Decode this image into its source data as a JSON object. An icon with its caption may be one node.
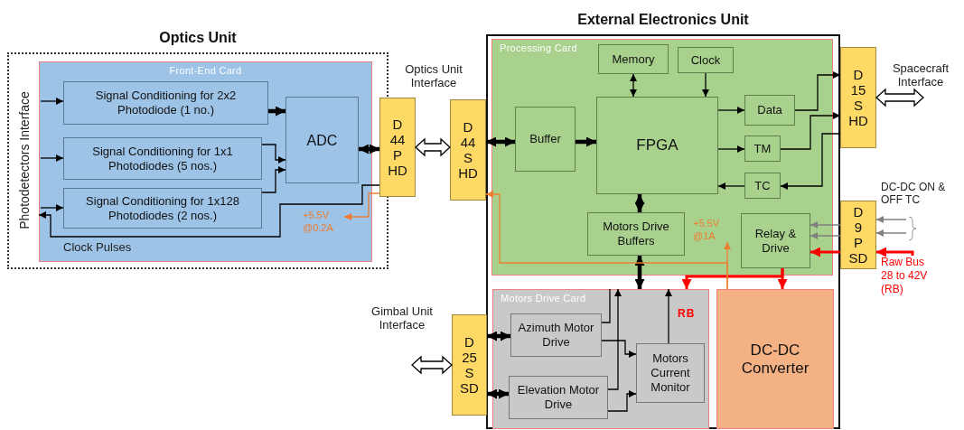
{
  "diagram": {
    "nodes": [
      {
        "text": [
          "Optics Unit"
        ]
      },
      {
        "text": [
          "Front-End Card"
        ],
        "in": 0
      },
      {
        "text": [
          "Signal Conditioning for 2x2 Photodiode (1 no.)"
        ],
        "in": 1
      },
      {
        "text": [
          "Signal Conditioning for 1x1 Photodiodes (5 nos.)"
        ],
        "in": 1
      },
      {
        "text": [
          "Signal Conditioning for 1x128 Photodiodes (2 nos.)"
        ],
        "in": 1
      },
      {
        "text": [
          "ADC"
        ],
        "in": 1
      },
      {
        "text": [
          "D 44 P HD"
        ]
      },
      {
        "text": [
          "D 44 S HD"
        ]
      },
      {
        "text": [
          "External Electronics Unit"
        ]
      },
      {
        "text": [
          "Processing Card"
        ],
        "in": 8
      },
      {
        "text": [
          "Memory"
        ],
        "in": 9
      },
      {
        "text": [
          "Clock"
        ],
        "in": 9
      },
      {
        "text": [
          "Buffer"
        ],
        "in": 9
      },
      {
        "text": [
          "FPGA"
        ],
        "in": 9
      },
      {
        "text": [
          "Data"
        ],
        "in": 9
      },
      {
        "text": [
          "TM"
        ],
        "in": 9
      },
      {
        "text": [
          "TC"
        ],
        "in": 9
      },
      {
        "text": [
          "Motors Drive Buffers"
        ],
        "in": 9
      },
      {
        "text": [
          "Relay & Drive"
        ],
        "in": 9
      },
      {
        "text": [
          "D 15 S HD"
        ]
      },
      {
        "text": [
          "D 9 P SD"
        ]
      },
      {
        "text": [
          "Motors Drive Card"
        ],
        "in": 8
      },
      {
        "text": [
          "Azimuth Motor Drive"
        ],
        "in": 21
      },
      {
        "text": [
          "Elevation Motor Drive"
        ],
        "in": 21
      },
      {
        "text": [
          "Motors Current Monitor"
        ],
        "in": 21
      },
      {
        "text": [
          "DC-DC Converter"
        ],
        "in": 8
      },
      {
        "text": [
          "D 25 S SD"
        ]
      },
      {
        "text": [
          "Raw Bus 28 to 42V (RB)"
        ]
      },
      {
        "text": [
          "+5.5V @0.2A"
        ],
        "in": 1
      },
      {
        "text": [
          "+5.5V @1A"
        ],
        "in": 9
      }
    ],
    "edges": [
      {
        "from": null,
        "to": 2,
        "arrow": "to"
      },
      {
        "from": null,
        "to": 3,
        "arrow": "to"
      },
      {
        "from": null,
        "to": 4,
        "arrow": "to"
      },
      {
        "from": 2,
        "to": 5,
        "arrow": "to",
        "style": "thick"
      },
      {
        "from": 3,
        "to": 5,
        "arrow": "to"
      },
      {
        "from": 4,
        "to": 5,
        "arrow": "to"
      },
      {
        "from": 5,
        "to": 6,
        "arrow": "both",
        "style": "thick"
      },
      {
        "from": 6,
        "to": 1,
        "arrow": "to"
      },
      {
        "from": 6,
        "to": 28,
        "arrow": "to",
        "color": "#ed7d31"
      },
      {
        "from": 6,
        "to": 7,
        "arrow": "both",
        "style": "thick"
      },
      {
        "from": 7,
        "to": 12,
        "arrow": "both",
        "style": "thick"
      },
      {
        "from": 12,
        "to": 13,
        "arrow": "to",
        "style": "thick"
      },
      {
        "from": 10,
        "to": 13,
        "arrow": "both"
      },
      {
        "from": 11,
        "to": 13,
        "arrow": "to"
      },
      {
        "from": 13,
        "to": 14,
        "arrow": "to"
      },
      {
        "from": 13,
        "to": 15,
        "arrow": "to"
      },
      {
        "from": 16,
        "to": 13,
        "arrow": "to"
      },
      {
        "from": 14,
        "to": 19,
        "arrow": "to"
      },
      {
        "from": 15,
        "to": 19,
        "arrow": "to"
      },
      {
        "from": 19,
        "to": 16,
        "arrow": "to"
      },
      {
        "from": 13,
        "to": 17,
        "arrow": "both",
        "style": "thick"
      },
      {
        "from": 17,
        "to": 21,
        "arrow": "both",
        "style": "thick"
      },
      {
        "from": null,
        "to": 20,
        "arrow": "to",
        "color": "#808080"
      },
      {
        "from": null,
        "to": 20,
        "arrow": "to",
        "color": "#808080"
      },
      {
        "from": 20,
        "to": 18,
        "arrow": "to",
        "color": "#808080"
      },
      {
        "from": 20,
        "to": 18,
        "arrow": "to",
        "color": "#808080"
      },
      {
        "from": 27,
        "to": 20,
        "arrow": "to",
        "style": "thick",
        "color": "#ff0000"
      },
      {
        "from": 20,
        "to": 18,
        "arrow": "to",
        "style": "thick",
        "color": "#ff0000"
      },
      {
        "from": 18,
        "to": 25,
        "arrow": "to",
        "style": "thick",
        "color": "#ff0000"
      },
      {
        "from": 18,
        "to": 21,
        "arrow": "to",
        "style": "thick",
        "color": "#ff0000"
      },
      {
        "from": 25,
        "to": 7,
        "arrow": "to",
        "color": "#ed7d31"
      },
      {
        "from": 25,
        "to": 29,
        "arrow": "to",
        "color": "#ed7d31"
      },
      {
        "from": 22,
        "to": 21,
        "arrow": "none"
      },
      {
        "from": 23,
        "to": 21,
        "arrow": "to"
      },
      {
        "from": 22,
        "to": 24,
        "arrow": "to"
      },
      {
        "from": 23,
        "to": 24,
        "arrow": "to"
      },
      {
        "from": 24,
        "to": 21,
        "arrow": "to"
      },
      {
        "from": 26,
        "to": 22,
        "arrow": "both",
        "style": "thick"
      },
      {
        "from": 26,
        "to": 23,
        "arrow": "both",
        "style": "thick"
      },
      {
        "from": 26,
        "to": null,
        "arrow": "both",
        "style": "thick"
      },
      {
        "from": 19,
        "to": null,
        "arrow": "both",
        "style": "thick"
      }
    ],
    "labels": [
      "Optics Unit Interface",
      "Spacecraft Interface",
      "Photodetectors Interface",
      "DC-DC ON & OFF TC",
      "Clock Pulses",
      "RB",
      "Gimbal Unit Interface"
    ]
  }
}
